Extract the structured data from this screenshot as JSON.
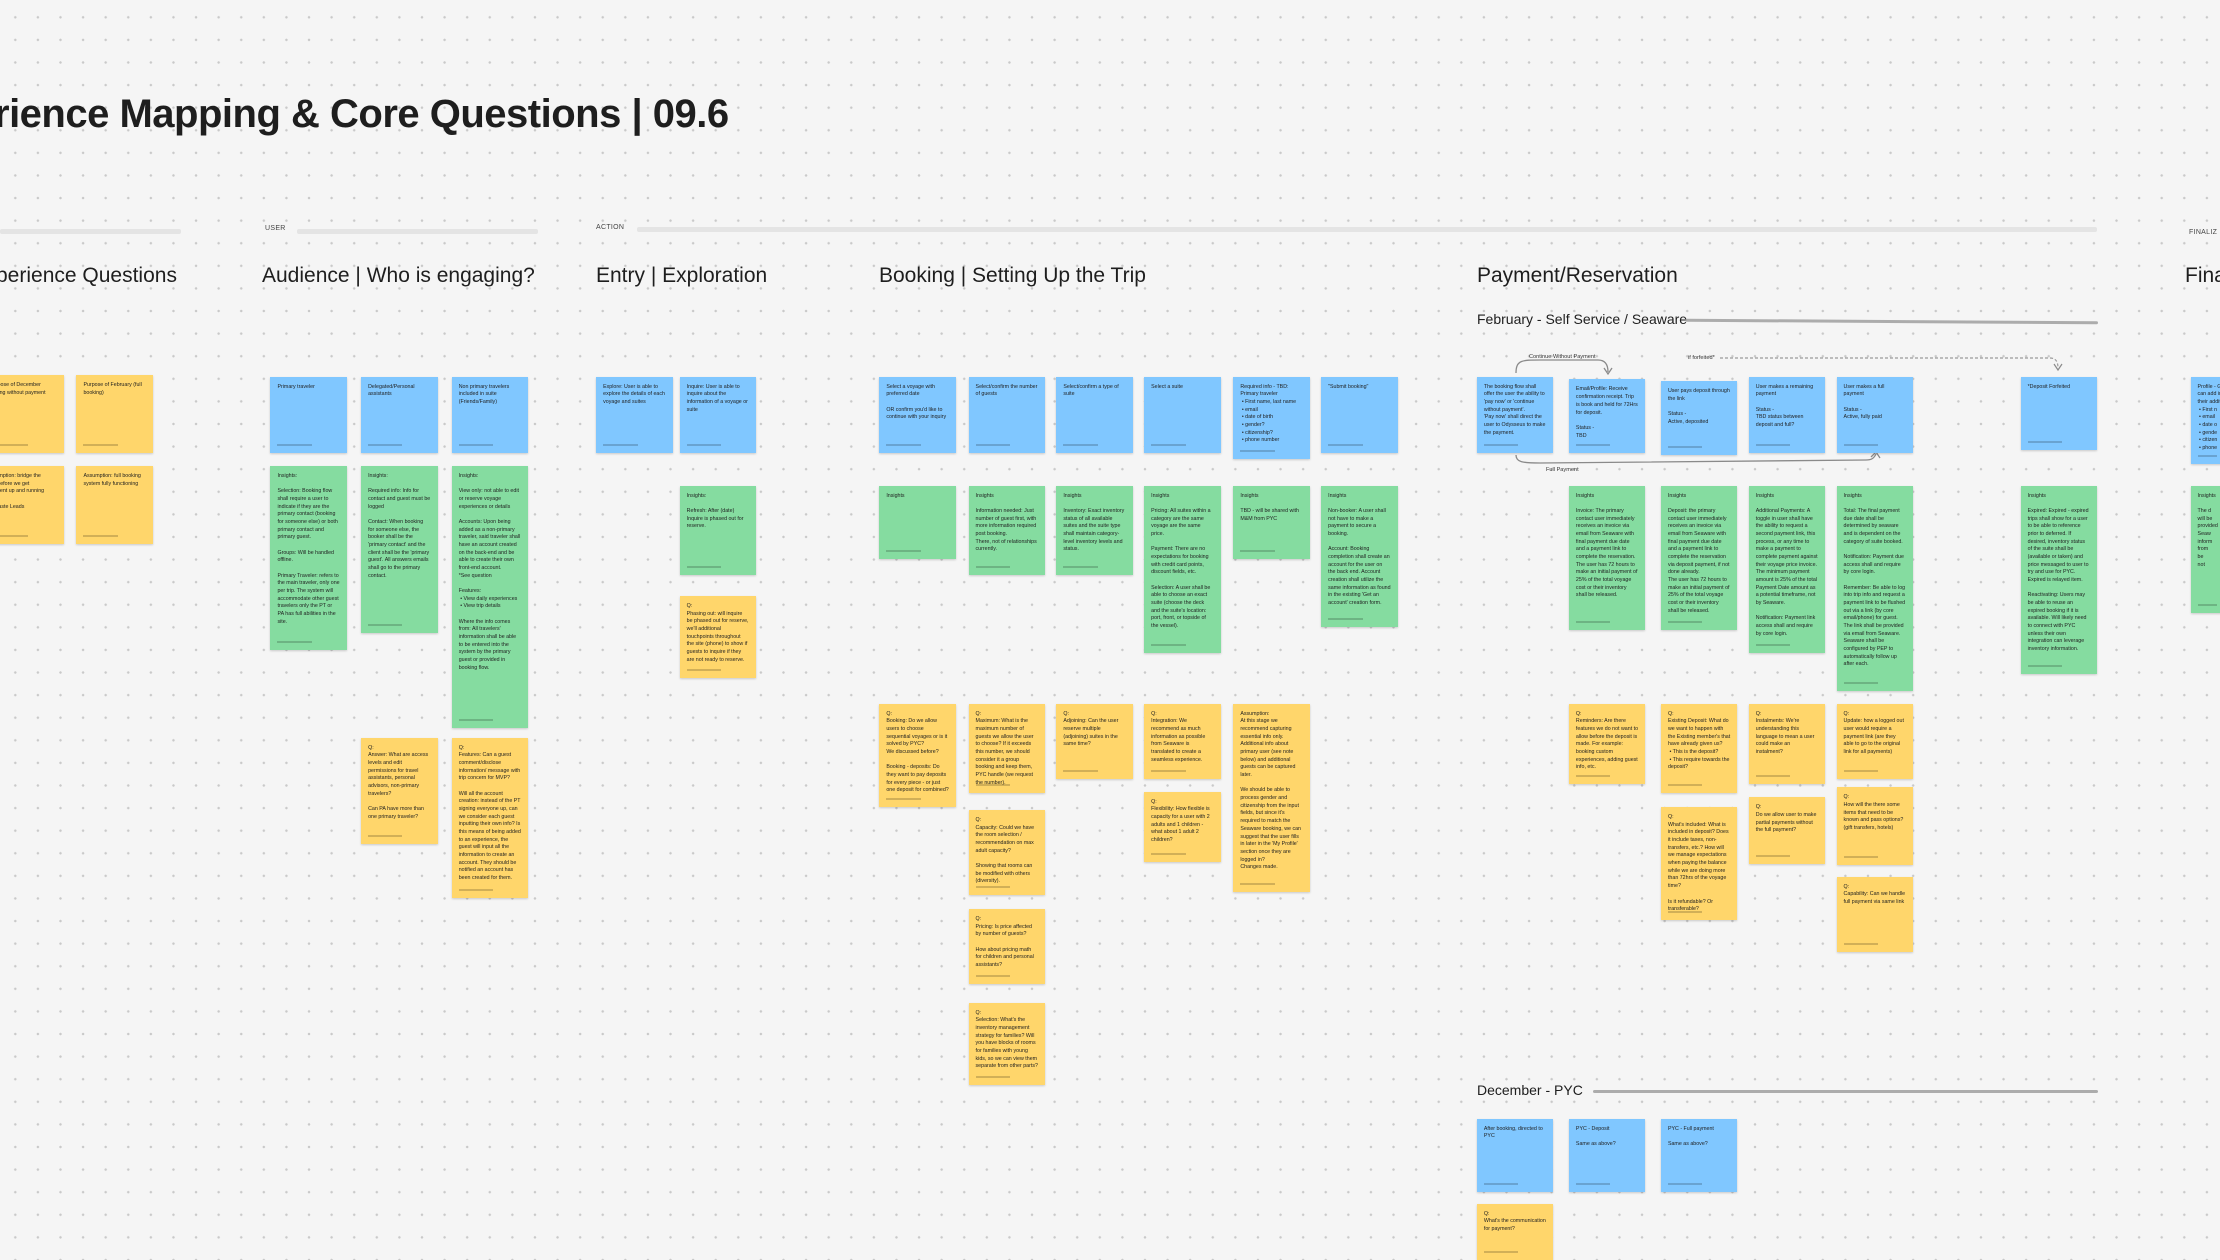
{
  "board": {
    "title": "rience Mapping & Core Questions | 09.6",
    "lanes": [
      {
        "label": "USER"
      },
      {
        "label": "ACTION"
      },
      {
        "label": "FINALIZ"
      }
    ],
    "sections": [
      "perience Questions",
      "Audience | Who is engaging?",
      "Entry | Exploration",
      "Booking | Setting Up the Trip",
      "Payment/Reservation",
      "Fina"
    ],
    "subsections": [
      "February - Self Service / Seaware",
      "December - PYC"
    ],
    "annotations": [
      "Continue Without Payment",
      "Full Payment",
      "if forfeited*"
    ]
  },
  "colors": {
    "blue": "#80c7ff",
    "green": "#85dca0",
    "yellow": "#ffd66b"
  },
  "stickies": [
    {
      "color": "yellow",
      "text": "urpose of December\noking without payment"
    },
    {
      "color": "yellow",
      "text": "Purpose of February (full booking)"
    },
    {
      "color": "yellow",
      "text": "sumption: bridge the\ng before we get\nyment up and running\n\nrwaste Leads"
    },
    {
      "color": "yellow",
      "text": "Assumption: full booking system fully functioning"
    },
    {
      "color": "blue",
      "text": "Primary traveler"
    },
    {
      "color": "blue",
      "text": "Delegated/Personal assistants"
    },
    {
      "color": "blue",
      "text": "Non primary travelers included in suite (Friends/Family)"
    },
    {
      "color": "green",
      "text": "Insights:\n\nSelection: Booking flow shall require a user to indicate if they are the primary contact (booking for someone else) or both primary contact and primary guest.\n\nGroups: Will be handled offline.\n\nPrimary Traveler: refers to the main traveler, only one per trip. The system will accommodate other guest travelers only the PT or PA has full abilities in the site."
    },
    {
      "color": "green",
      "text": "Insights:\n\nRequired info: Info for contact and guest must be logged\n\nContact: When booking for someone else, the booker shall be the 'primary contact' and the client shall be the 'primary guest'. All answers emails shall go to the primary contact."
    },
    {
      "color": "green",
      "text": "Insights:\n\nView only: not able to edit or reserve voyage experiences or details\n\nAccounts: Upon being added as a non-primary traveler, said traveler shall have an account created on the back-end and be able to create their own front-end account.\n*See question\n\nFeatures:\n • View daily experiences\n • View trip details\n\nWhere the info comes from: All travelers' information shall be able to be entered into the system by the primary guest or provided in booking flow."
    },
    {
      "color": "yellow",
      "text": "Q:\nAnswer: What are access levels and edit permissions for travel assistants, personal advisors, non-primary travelers?\n\nCan PA have more than one primary traveler?"
    },
    {
      "color": "yellow",
      "text": "Q:\nFeatures: Can a guest comment/disclose information/ message with trip concern for MVP?\n\nWill all the account creation: instead of the PT signing everyone up, can we consider each guest inputting their own info? Is this means of being added to an experience, the guest will input all the information to create an account. They should be notified an account has been created for them."
    },
    {
      "color": "blue",
      "text": "Explore: User is able to explore the details of each voyage and suites"
    },
    {
      "color": "blue",
      "text": "Inquire: User is able to inquire about the information of a voyage or suite"
    },
    {
      "color": "green",
      "text": "Insights:\n\nRefresh: After (date) Inquire is phased out for reserve."
    },
    {
      "color": "yellow",
      "text": "Q:\nPhasing out: will inquire be phased out for reserve, we'll additional touchpoints throughout the site (phone) to show if guests to inquire if they are not ready to reserve."
    },
    {
      "color": "blue",
      "text": "Select a voyage with preferred date\n\nOR confirm you'd like to continue with your inquiry"
    },
    {
      "color": "blue",
      "text": "Select/confirm the number of guests"
    },
    {
      "color": "blue",
      "text": "Select/confirm a type of suite"
    },
    {
      "color": "blue",
      "text": "Select a suite"
    },
    {
      "color": "blue",
      "text": "Required info - TBD:\nPrimary traveler\n • First name, last name\n • email\n • date of birth\n • gender?\n • citizenship?\n • phone number"
    },
    {
      "color": "blue",
      "text": "\"Submit booking\""
    },
    {
      "color": "green",
      "text": "Insights"
    },
    {
      "color": "green",
      "text": "Insights\n\nInformation needed: Just number of guest first, with more information required post booking.\nThere, not of relationships currently."
    },
    {
      "color": "green",
      "text": "Insights\n\nInventory: Exact inventory status of all available suites and the suite type shall maintain category-level inventory levels and status."
    },
    {
      "color": "green",
      "text": "Insights\n\nPricing: All suites within a category are the same voyage are the same price.\n\nPayment: There are no expectations for booking with credit card points, discount fields, etc.\n\nSelection: A user shall be able to choose an exact suite (choose the deck and the suite's location: port, front, or topside of the vessel)."
    },
    {
      "color": "green",
      "text": "Insights\n\nTBD - will be shared with M&M from PYC"
    },
    {
      "color": "green",
      "text": "Insights\n\nNon-booker: A user shall not have to make a payment to secure a booking.\n\nAccount: Booking completion shall create an account for the user on the back end. Account creation shall utilize the same information as found in the existing 'Get an account' creation form."
    },
    {
      "color": "yellow",
      "text": "Q:\nBooking: Do we allow users to choose sequential voyages or is it solved by PYC?\nWe discussed before?\n\nBooking - deposits: Do they want to pay deposits for every piece - or just one deposit for combined?"
    },
    {
      "color": "yellow",
      "text": "Q:\nMaximum: What is the maximum number of guests we allow the user to choose? If it exceeds this number, we should consider it a group booking and keep them, PYC handle (we request the number)."
    },
    {
      "color": "yellow",
      "text": "Q:\nCapacity: Could we have the room selection / recommendation on max adult capacity?\n\nShowing that rooms can be modified with others (diversity)."
    },
    {
      "color": "yellow",
      "text": "Q:\nPricing: Is price affected by number of guests?\n\nHow about pricing math for children and personal assistants?"
    },
    {
      "color": "yellow",
      "text": "Q:\nSelection: What's the inventory management strategy for families? Will you have blocks of rooms for families with young kids, so we can view them separate from other parts?"
    },
    {
      "color": "yellow",
      "text": "Q:\nAdjoining: Can the user reserve multiple (adjoining) suites in the same time?"
    },
    {
      "color": "yellow",
      "text": "Q:\nIntegration: We recommend as much information as possible from Seaware is translated to create a seamless experience."
    },
    {
      "color": "yellow",
      "text": "Q:\nFlexibility: How flexible is capacity for a user with 2 adults and 1 children - what about 1 adult 2 children?"
    },
    {
      "color": "yellow",
      "text": "Assumption:\nAt this stage we recommend capturing essential info only. Additional info about primary user (see note below) and additional guests can be captured later.\n\nWe should be able to process gender and citizenship from the input fields, but since it's required to match the Seaware booking, we can suggest that the user fills in later in the 'My Profile' section once they are logged in?\nChanges made."
    },
    {
      "color": "blue",
      "text": "The booking flow shall offer the user the ability to 'pay now' or 'continue without payment'.\n'Pay now' shall direct the user to Odysseus to make the payment."
    },
    {
      "color": "blue",
      "text": "Email/Profile: Receive confirmation receipt. Trip is book and held for 72Hrs for deposit.\n\nStatus -\nTBD"
    },
    {
      "color": "blue",
      "text": "User pays deposit through the link\n\nStatus -\nActive, deposited"
    },
    {
      "color": "blue",
      "text": "User makes a remaining payment\n\nStatus -\nTBD status between deposit and full?"
    },
    {
      "color": "blue",
      "text": "User makes a full payment\n\nStatus -\nActive, fully paid"
    },
    {
      "color": "blue",
      "text": "*Deposit Forfeited"
    },
    {
      "color": "green",
      "text": "Insights\n\nInvoice: The primary contact user immediately receives an invoice via email from Seaware with final payment due date and a payment link to complete the reservation. The user has 72 hours to make an initial payment of 25% of the total voyage cost or their inventory shall be released."
    },
    {
      "color": "green",
      "text": "Insights\n\nDeposit: the primary contact user immediately receives an invoice via email from Seaware with final payment due date and a payment link to complete the reservation via deposit payment, if not done already.\nThe user has 72 hours to make an initial payment of 25% of the total voyage cost or their inventory shall be released."
    },
    {
      "color": "green",
      "text": "Insights\n\nAdditional Payments: A toggle in user shall have the ability to request a second payment link, this process, or any time to make a payment to complete payment against their voyage price invoice. The minimum payment amount is 25% of the total Payment Date amount as a potential timeframe, not by Seaware.\n\nNotification: Payment link access shall and require by core login."
    },
    {
      "color": "green",
      "text": "Insights\n\nTotal: The final payment due date shall be determined by seaware and is dependent on the category of suite booked.\n\nNotification: Payment due access shall and require by core login.\n\nRemember: Be able to log into trip info and request a payment link to be flushed out via a link (by core email/phone) for guest.\nThe link shall be provided via email from Seaware. Seaware shall be configured by PEP to automatically follow up after each."
    },
    {
      "color": "green",
      "text": "Insights\n\nExpired: Expired - expired trips shall show for a user to be able to reference prior to deferred. If desired, inventory status of the suite shall be (available or taken) and price messaged to user to try and use for PYC. Expired is relayed item.\n\nReactivating: Users may be able to reuse an expired booking if it is available. Will likely need to connect with PYC unless their own integration can leverage inventory information."
    },
    {
      "color": "yellow",
      "text": "Q:\nReminders: Are there features we do not want to allow before the deposit is made. For example: booking custom experiences, adding guest info, etc."
    },
    {
      "color": "yellow",
      "text": "Q:\nExisting Deposit: What do we want to happen with the Existing member's that have already given us?\n • This is the deposit?\n • This require towards the deposit?"
    },
    {
      "color": "yellow",
      "text": "Q:\nWhat's included: What is included in deposit? Does it include taxes, non-transfers, etc.? How will we manage expectations when paying the balance while we are doing more than 72hrs of the voyage time?\n\nIs it refundable? Or transferable?"
    },
    {
      "color": "yellow",
      "text": "Q:\nInstalments: We're understanding this language to mean a user could make an instalment?"
    },
    {
      "color": "yellow",
      "text": "Q:\nDo we allow user to make partial payments without the full payment?"
    },
    {
      "color": "yellow",
      "text": "Q:\nUpdate: how a logged out user would require a payment link (are they able to go to the original link for all payments)"
    },
    {
      "color": "yellow",
      "text": "Q:\nHow will the there some items that need to be known and pass options? (gift transfers, hotels)"
    },
    {
      "color": "yellow",
      "text": "Q:\nCapability: Can we handle full payment via same link"
    },
    {
      "color": "blue",
      "text": "Profile - G\ncan add in\ntheir addit\n • First n\n • email\n • date o\n • gende\n • citizen\n • phone"
    },
    {
      "color": "green",
      "text": "Insights\n\nThe d\nwill be\nprovided\nSeaw\ninform\nfrom\nbe\nnot"
    },
    {
      "color": "blue",
      "text": "After booking, directed to PYC"
    },
    {
      "color": "blue",
      "text": "PYC - Deposit\n\nSame as above?"
    },
    {
      "color": "blue",
      "text": "PYC - Full payment\n\nSame as above?"
    },
    {
      "color": "yellow",
      "text": "Q:\nWhat's the communication for payment?"
    }
  ]
}
